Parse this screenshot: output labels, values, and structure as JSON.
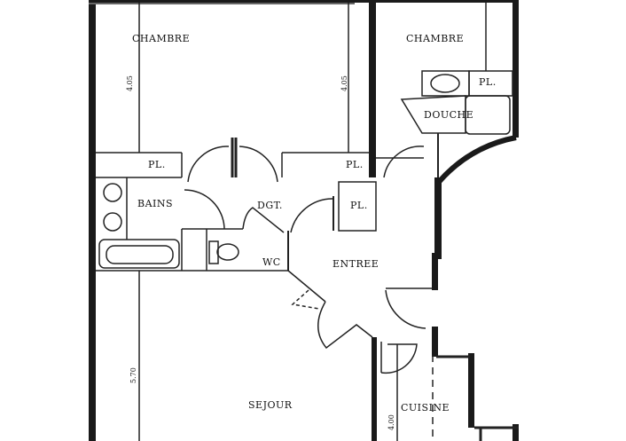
{
  "rooms": {
    "chambre_1": "CHAMBRE",
    "chambre_2": "CHAMBRE",
    "douche": "DOUCHE",
    "bains": "BAINS",
    "dgt": "DGT.",
    "wc": "WC",
    "entree": "ENTREE",
    "sejour": "SEJOUR",
    "cuisine": "CUISINE"
  },
  "closets": [
    "PL.",
    "PL.",
    "PL.",
    "PL."
  ],
  "dimensions": {
    "chambre_1_left": "4.05",
    "chambre_1_right": "4.05",
    "sejour": "5.70",
    "cuisine": "4.00"
  },
  "colors": {
    "wall": "#1a1a1a",
    "line": "#222222"
  }
}
